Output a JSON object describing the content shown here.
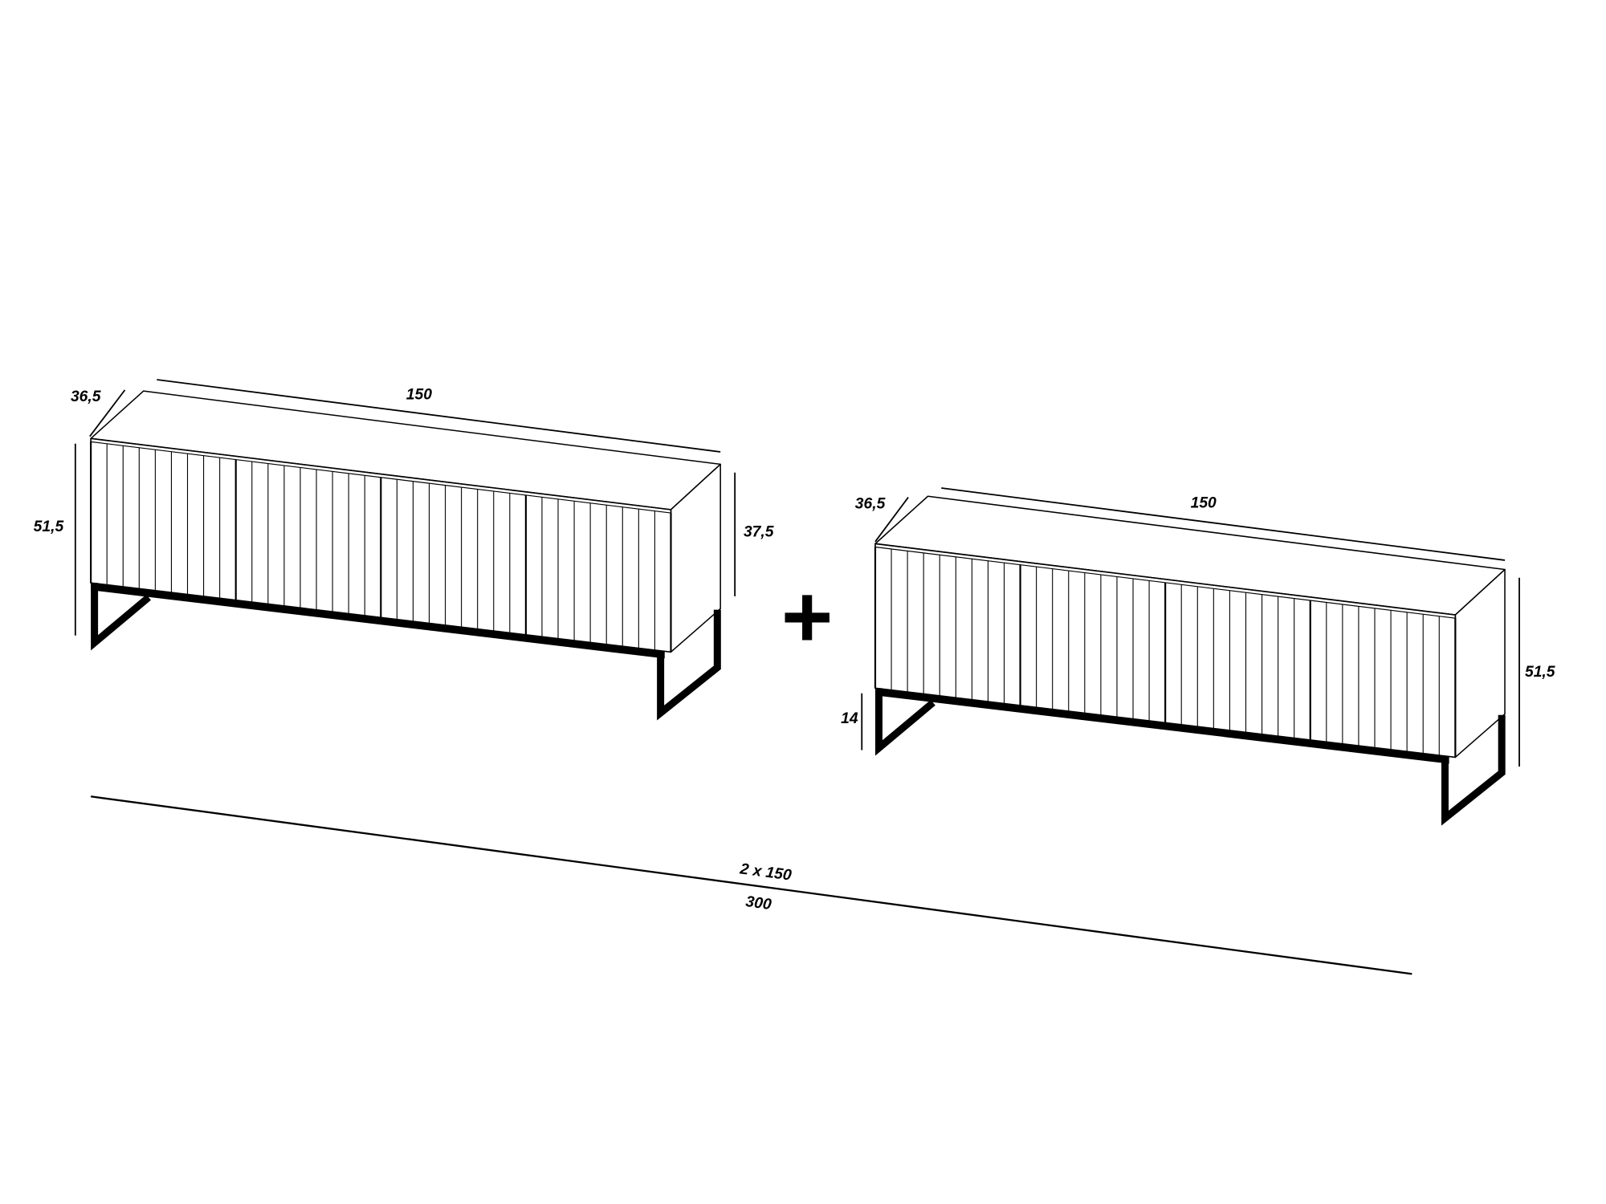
{
  "colors": {
    "background": "#ffffff",
    "line": "#000000"
  },
  "units": [
    {
      "depth_label": "36,5",
      "width_label": "150",
      "total_height_label": "51,5",
      "body_height_label": "37,5"
    },
    {
      "depth_label": "36,5",
      "width_label": "150",
      "total_height_label": "51,5",
      "leg_height_label": "14"
    }
  ],
  "join_symbol": "+",
  "overall": {
    "formula_label": "2 x 150",
    "total_label": "300"
  }
}
